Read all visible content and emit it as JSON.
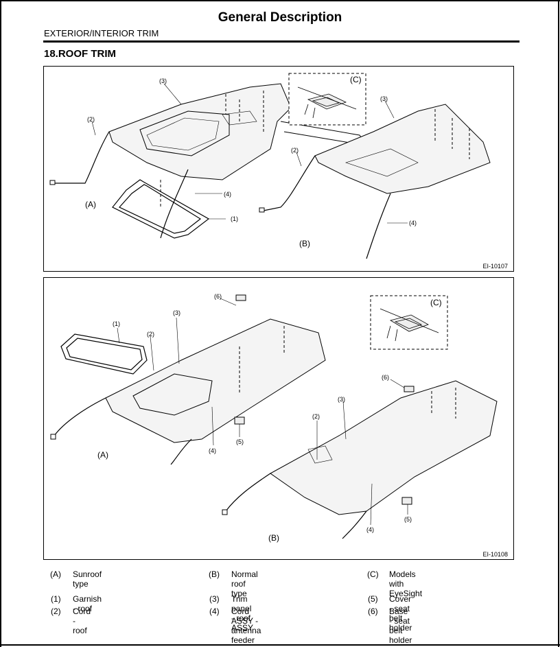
{
  "header": {
    "title": "General Description",
    "section": "EXTERIOR/INTERIOR TRIM",
    "heading": "18.ROOF TRIM"
  },
  "figure1": {
    "id": "EI-10107",
    "labels": {
      "A": "(A)",
      "B": "(B)",
      "C": "(C)",
      "n1": "(1)",
      "n2": "(2)",
      "n3": "(3)",
      "n4": "(4)",
      "b2": "(2)",
      "b3": "(3)",
      "b4": "(4)"
    }
  },
  "figure2": {
    "id": "EI-10108",
    "labels": {
      "A": "(A)",
      "B": "(B)",
      "C": "(C)",
      "n1": "(1)",
      "n2": "(2)",
      "n3": "(3)",
      "n4": "(4)",
      "n5": "(5)",
      "n6": "(6)",
      "b2": "(2)",
      "b3": "(3)",
      "b4": "(4)",
      "b5": "(5)",
      "b6": "(6)"
    }
  },
  "legend": [
    {
      "key": "(A)",
      "text": "Sunroof type"
    },
    {
      "key": "(B)",
      "text": "Normal roof type"
    },
    {
      "key": "(C)",
      "text": "Models with EyeSight"
    },
    {
      "key": "(1)",
      "text": "Garnish - roof"
    },
    {
      "key": "(3)",
      "text": "Trim panel - roof ASSY"
    },
    {
      "key": "(5)",
      "text": "Cover - seat belt holder"
    },
    {
      "key": "(2)",
      "text": "Cord - roof"
    },
    {
      "key": "(4)",
      "text": "Cord ASSY - antenna feeder"
    },
    {
      "key": "(6)",
      "text": "Base - seat belt holder"
    }
  ]
}
